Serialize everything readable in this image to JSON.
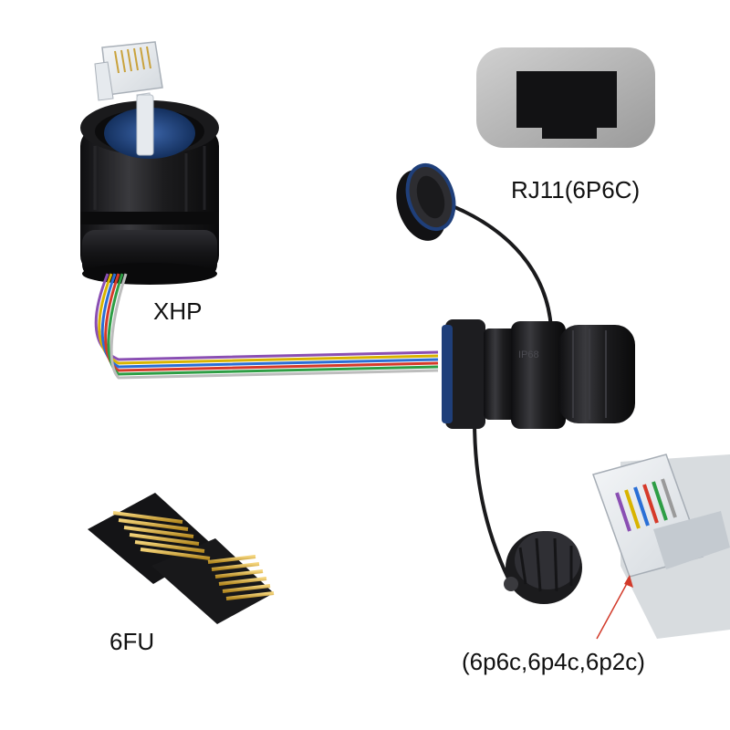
{
  "labels": {
    "xhp": "XHP",
    "rj11": "RJ11(6P6C)",
    "six_fu": "6FU",
    "plug_types": "(6p6c,6p4c,6p2c)"
  },
  "connector_markings": {
    "rating": "IP68"
  },
  "colors": {
    "connector_body": "#1c1c1e",
    "seal_blue": "#1f3f7a",
    "arrow_red": "#d23a2a",
    "inset_grey": "#b8b8b8",
    "cable_wires": [
      "#8a4fb3",
      "#d9b400",
      "#2a6fd6",
      "#d63a2a",
      "#2e9e45",
      "#e8e8e8"
    ]
  }
}
